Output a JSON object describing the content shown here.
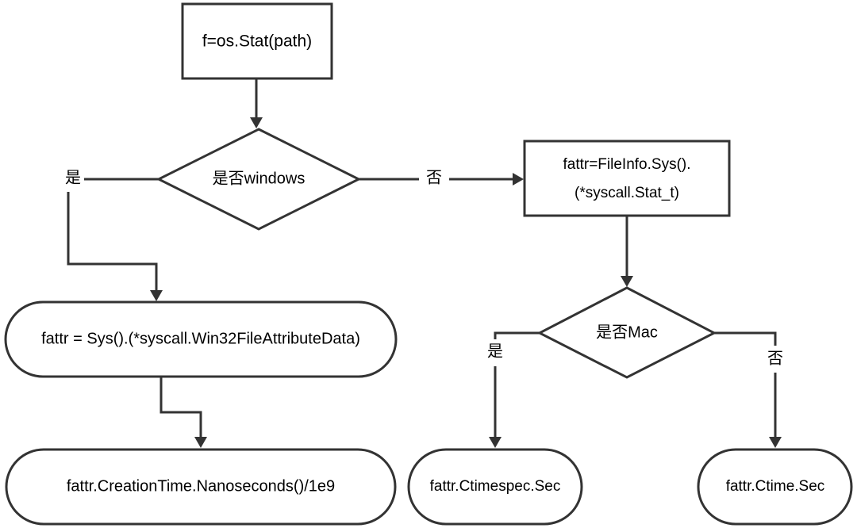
{
  "nodes": {
    "stat": "f=os.Stat(path)",
    "is_windows": "是否windows",
    "unix_sys_line1": "fattr=FileInfo.Sys().",
    "unix_sys_line2": "(*syscall.Stat_t)",
    "win_sys": "fattr = Sys().(*syscall.Win32FileAttributeData)",
    "is_mac": "是否Mac",
    "creation_time": "fattr.CreationTime.Nanoseconds()/1e9",
    "ctimespec": "fattr.Ctimespec.Sec",
    "ctime": "fattr.Ctime.Sec"
  },
  "edge_labels": {
    "windows_yes": "是",
    "windows_no": "否",
    "mac_yes": "是",
    "mac_no": "否"
  },
  "colors": {
    "stroke": "#333333",
    "fill": "#ffffff",
    "text": "#000000"
  }
}
